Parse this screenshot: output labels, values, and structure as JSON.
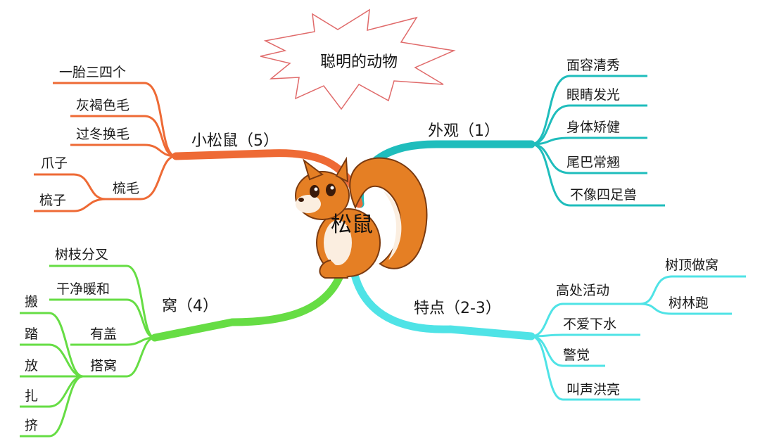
{
  "title": "聪明的动物",
  "center": "松鼠",
  "branches": {
    "appearance": {
      "label": "外观（1）",
      "color": "#1fbdbc",
      "items": [
        "面容清秀",
        "眼睛发光",
        "身体矫健",
        "尾巴常翘",
        "不像四足兽"
      ]
    },
    "traits": {
      "label": "特点（2-3）",
      "color": "#4fe3e6",
      "sub_label": "高处活动",
      "sub_items": [
        "树顶做窝",
        "树林跑"
      ],
      "items": [
        "不爱下水",
        "警觉",
        "叫声洪亮"
      ]
    },
    "nest": {
      "label": "窝（4）",
      "color": "#66dd44",
      "items": [
        "树枝分叉",
        "干净暖和"
      ],
      "sub1_label": "有盖",
      "sub2_label": "搭窝",
      "sub2_items": [
        "搬",
        "踏",
        "放",
        "扎",
        "挤"
      ]
    },
    "young": {
      "label": "小松鼠（5）",
      "color": "#ee6a35",
      "items": [
        "一胎三四个",
        "灰褐色毛",
        "过冬换毛"
      ],
      "sub_label": "梳毛",
      "sub_items": [
        "爪子",
        "梳子"
      ]
    }
  }
}
